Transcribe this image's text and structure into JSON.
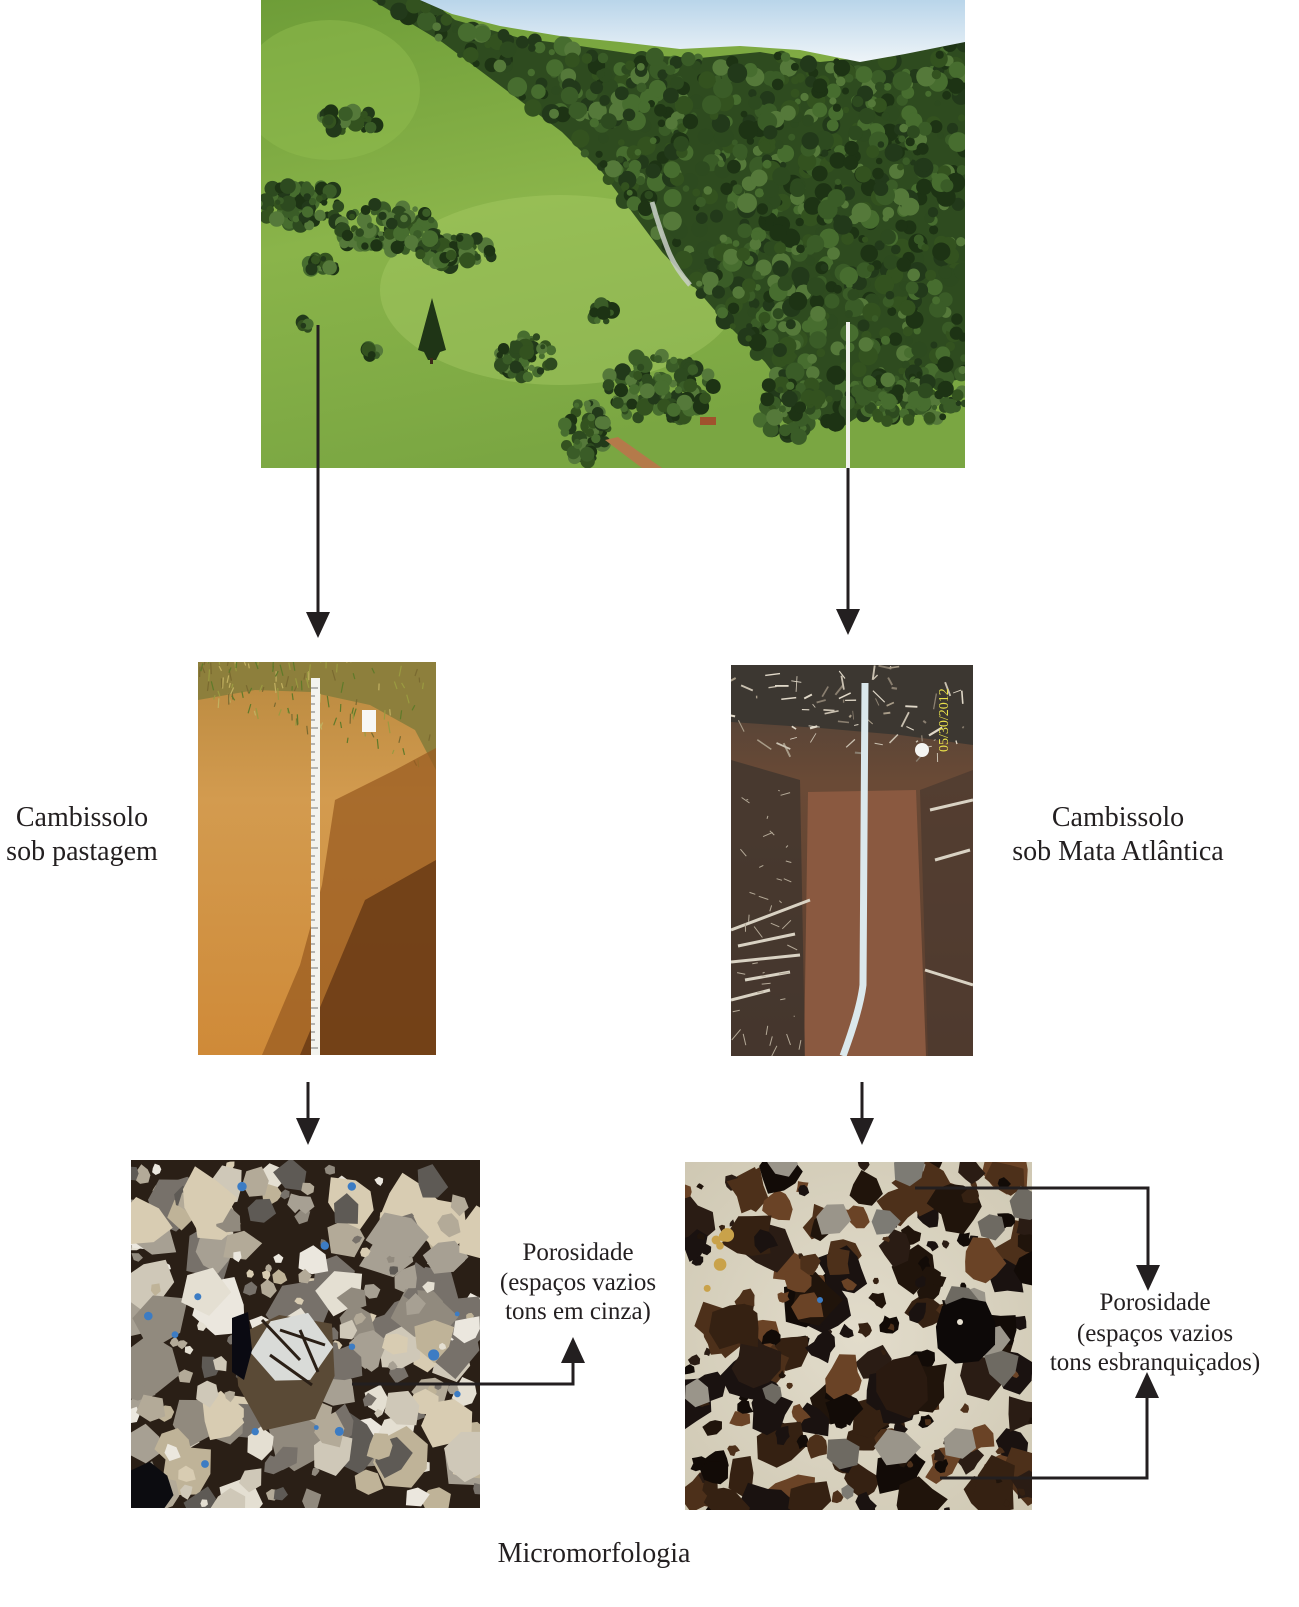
{
  "labels": {
    "pasture": {
      "line1": "Cambissolo",
      "line2": "sob pastagem"
    },
    "atlantic_forest": {
      "line1": "Cambissolo",
      "line2": "sob Mata Atlântica"
    }
  },
  "porosity": {
    "pasture": {
      "line1": "Porosidade",
      "line2": "(espaços vazios",
      "line3": "tons em cinza)"
    },
    "atlantic_forest": {
      "line1": "Porosidade",
      "line2": "(espaços vazios",
      "line3": "tons esbranquiçados)"
    }
  },
  "caption": "Micromorfologia",
  "photos": {
    "soil_profile_forest_date_stamp": "05/30/2012"
  },
  "icons": {
    "flow_arrow": "arrow-down-icon",
    "porosity_pointer": "arrow-up-icon"
  },
  "colors": {
    "background": "#ffffff",
    "text": "#231f20",
    "arrow": "#231f20",
    "date_stamp": "#e8e04a"
  }
}
